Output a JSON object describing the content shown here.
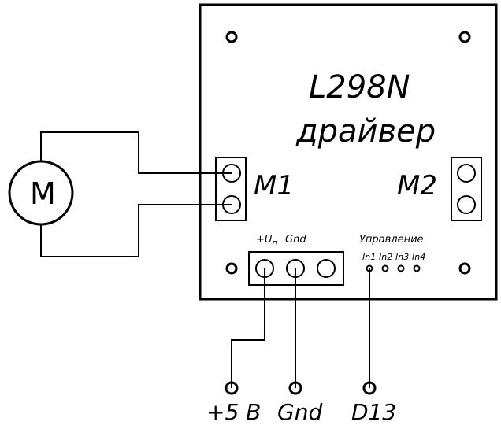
{
  "board": {
    "title_line1": "L298N",
    "title_line2": "драйвер"
  },
  "motor": {
    "label": "M"
  },
  "outputs": {
    "m1": "M1",
    "m2": "M2"
  },
  "power_header": {
    "vp_label": "+U",
    "vp_sub": "п",
    "gnd_label": "Gnd"
  },
  "control": {
    "title": "Управление",
    "pins": [
      "In1",
      "In2",
      "In3",
      "In4"
    ]
  },
  "terminals": {
    "plus5": "+5 В",
    "gnd": "Gnd",
    "d13": "D13"
  }
}
